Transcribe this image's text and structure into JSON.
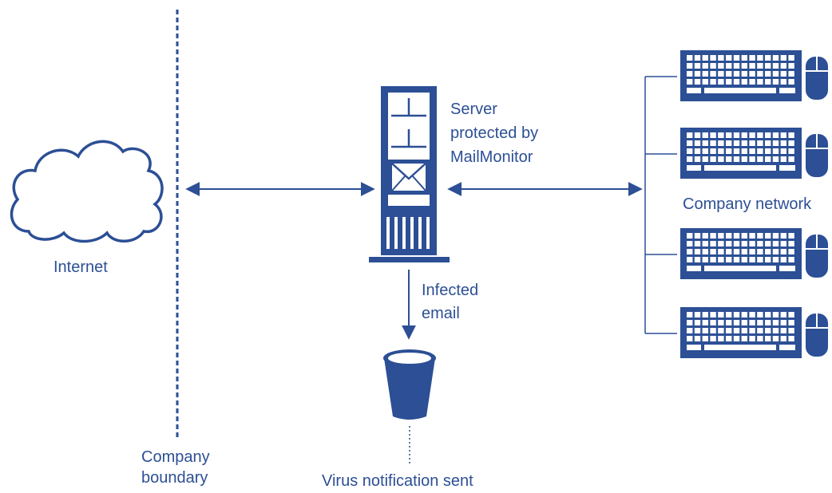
{
  "colors": {
    "primary": "#2c4f95",
    "background": "#ffffff"
  },
  "labels": {
    "internet": "Internet",
    "company_boundary_line1": "Company",
    "company_boundary_line2": "boundary",
    "server_line1": "Server",
    "server_line2": "protected by",
    "server_line3": "MailMonitor",
    "infected_line1": "Infected",
    "infected_line2": "email",
    "virus_notification": "Virus notification sent",
    "company_network": "Company network"
  },
  "icons": {
    "internet": "cloud-icon",
    "server": "server-tower-icon",
    "email": "envelope-icon",
    "trash": "trash-bin-icon",
    "workstation_count": 4
  }
}
